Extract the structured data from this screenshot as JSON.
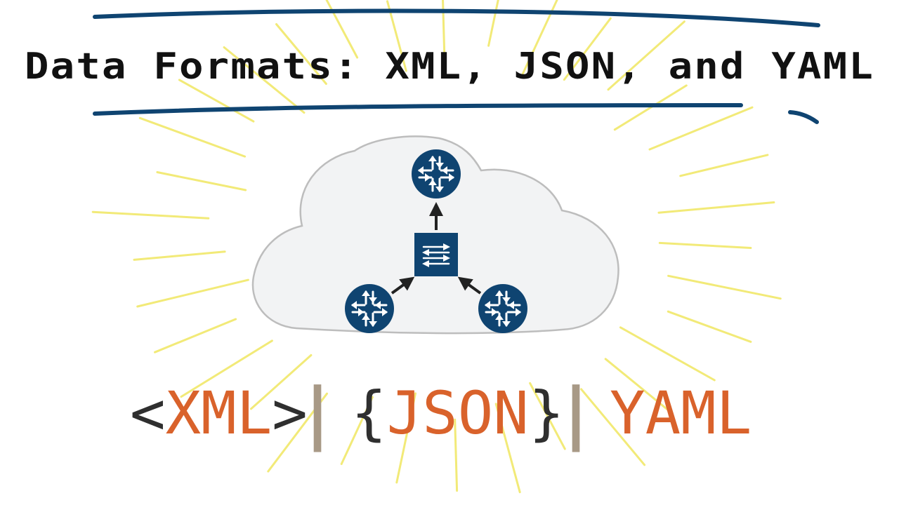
{
  "title": "Data Formats: XML, JSON, and YAML",
  "formats": {
    "xml": {
      "open": "<",
      "label": "XML",
      "close": ">"
    },
    "separator": "|",
    "json": {
      "open": "{",
      "label": "JSON",
      "close": "}"
    },
    "yaml": {
      "label": "YAML"
    }
  },
  "diagram": {
    "nodes": [
      {
        "id": "router-top",
        "kind": "router",
        "icon": "router-icon"
      },
      {
        "id": "switch-center",
        "kind": "switch",
        "icon": "switch-icon"
      },
      {
        "id": "router-left",
        "kind": "router",
        "icon": "router-icon"
      },
      {
        "id": "router-right",
        "kind": "router",
        "icon": "router-icon"
      }
    ],
    "links": [
      {
        "from": "switch-center",
        "to": "router-top"
      },
      {
        "from": "router-left",
        "to": "switch-center"
      },
      {
        "from": "router-right",
        "to": "switch-center"
      }
    ]
  },
  "colors": {
    "accent": "#d9622b",
    "device": "#0f4471",
    "rays": "#f2ea78",
    "cloud_fill": "#f2f3f4",
    "cloud_stroke": "#bdbdbd",
    "title_rule": "#0f4471",
    "separator": "#a89986"
  }
}
